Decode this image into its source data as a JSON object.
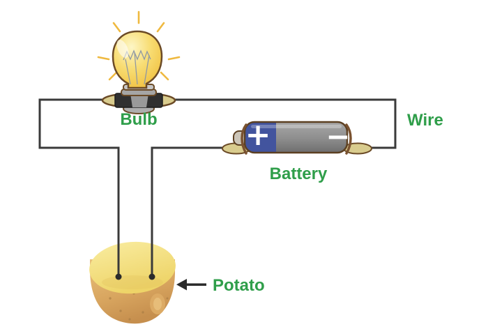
{
  "diagram": {
    "type": "potato-battery-circuit-illustration",
    "labels": {
      "bulb": "Bulb",
      "battery": "Battery",
      "wire": "Wire",
      "potato": "Potato"
    },
    "battery_markings": {
      "positive": "+",
      "negative": "−"
    },
    "colors": {
      "label_green": "#2f9e4a",
      "wire": "#3a3a3a",
      "arrow": "#2b2b2b",
      "battery_blue": "#42549e",
      "battery_gray": "#8d8d8d",
      "holder_tan": "#d9cc8e",
      "outline_brown": "#6b4a26",
      "bulb_yellow": "#f2c23e",
      "ray_yellow": "#efb93f",
      "potato_flesh": "#f3e084",
      "potato_skin": "#d8a55f"
    }
  }
}
